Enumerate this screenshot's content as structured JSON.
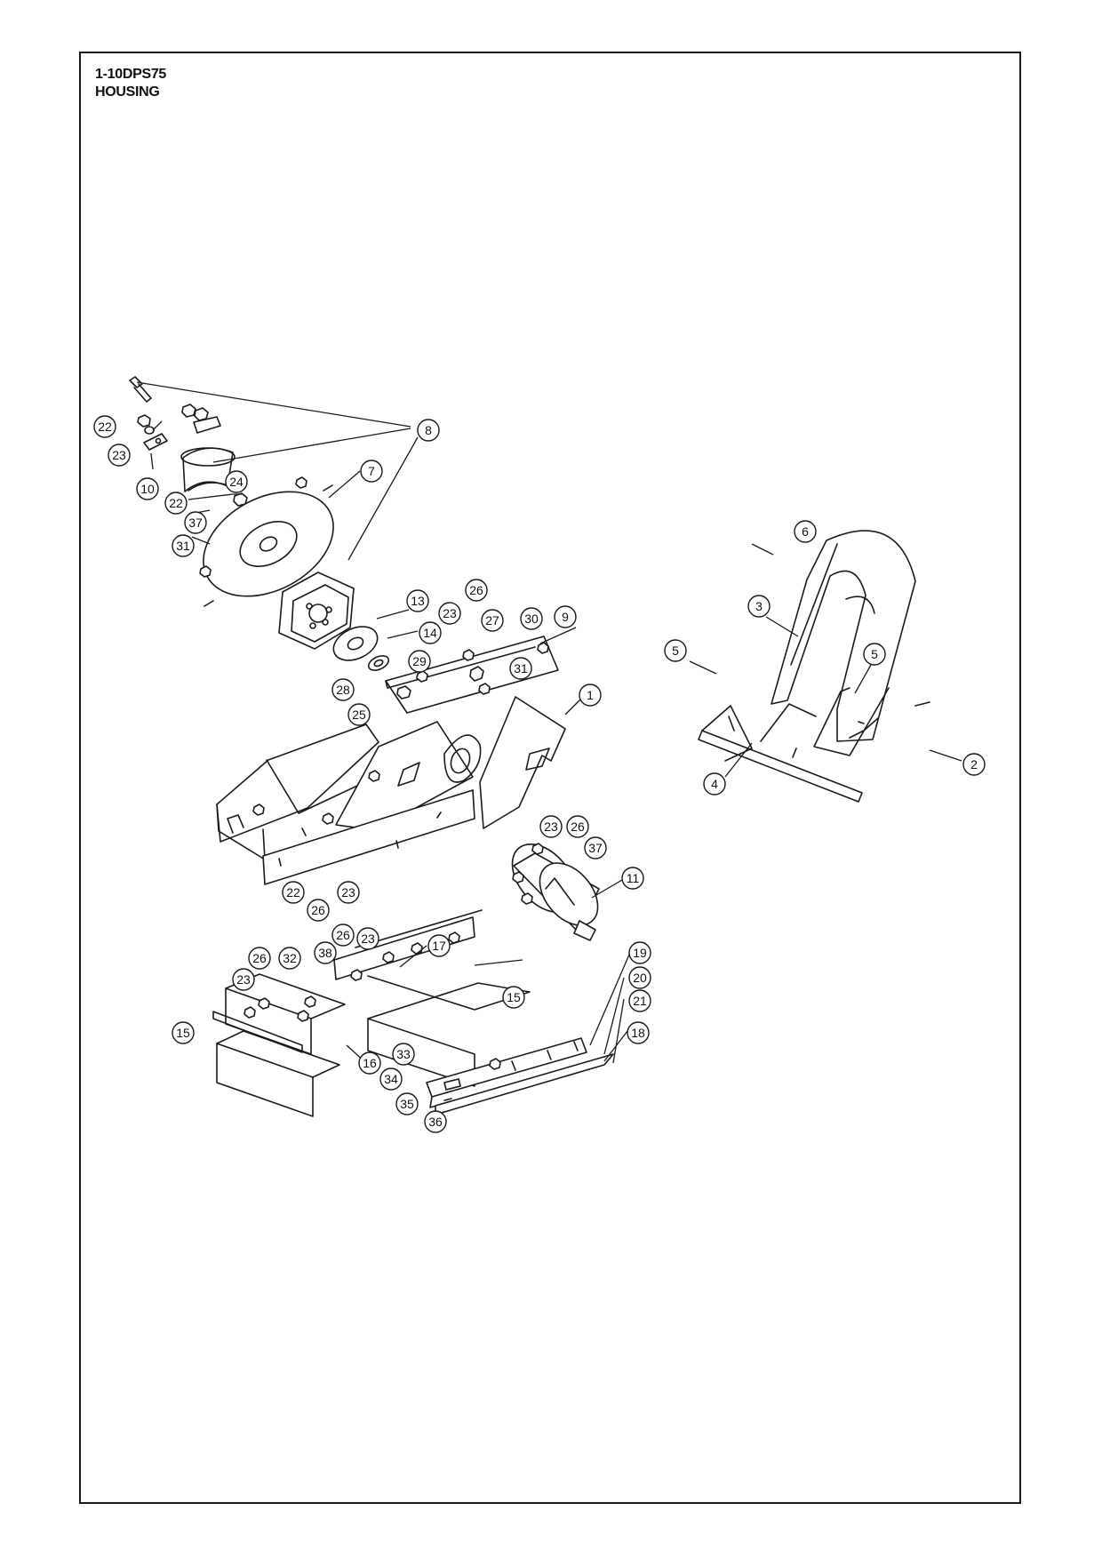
{
  "header": {
    "code": "1-10DPS75",
    "title": "HOUSING"
  },
  "callouts": [
    {
      "id": "c-1",
      "label": "1"
    },
    {
      "id": "c-2",
      "label": "2"
    },
    {
      "id": "c-3",
      "label": "3"
    },
    {
      "id": "c-4",
      "label": "4"
    },
    {
      "id": "c-5a",
      "label": "5"
    },
    {
      "id": "c-5b",
      "label": "5"
    },
    {
      "id": "c-6",
      "label": "6"
    },
    {
      "id": "c-7",
      "label": "7"
    },
    {
      "id": "c-8",
      "label": "8"
    },
    {
      "id": "c-9",
      "label": "9"
    },
    {
      "id": "c-10",
      "label": "10"
    },
    {
      "id": "c-11",
      "label": "11"
    },
    {
      "id": "c-13",
      "label": "13"
    },
    {
      "id": "c-14",
      "label": "14"
    },
    {
      "id": "c-15a",
      "label": "15"
    },
    {
      "id": "c-15b",
      "label": "15"
    },
    {
      "id": "c-16",
      "label": "16"
    },
    {
      "id": "c-17",
      "label": "17"
    },
    {
      "id": "c-18",
      "label": "18"
    },
    {
      "id": "c-19",
      "label": "19"
    },
    {
      "id": "c-20",
      "label": "20"
    },
    {
      "id": "c-21",
      "label": "21"
    },
    {
      "id": "c-22a",
      "label": "22"
    },
    {
      "id": "c-22b",
      "label": "22"
    },
    {
      "id": "c-22c",
      "label": "22"
    },
    {
      "id": "c-23a",
      "label": "23"
    },
    {
      "id": "c-23b",
      "label": "23"
    },
    {
      "id": "c-23c",
      "label": "23"
    },
    {
      "id": "c-23d",
      "label": "23"
    },
    {
      "id": "c-23e",
      "label": "23"
    },
    {
      "id": "c-23f",
      "label": "23"
    },
    {
      "id": "c-24",
      "label": "24"
    },
    {
      "id": "c-25",
      "label": "25"
    },
    {
      "id": "c-26a",
      "label": "26"
    },
    {
      "id": "c-26b",
      "label": "26"
    },
    {
      "id": "c-26c",
      "label": "26"
    },
    {
      "id": "c-26d",
      "label": "26"
    },
    {
      "id": "c-26e",
      "label": "26"
    },
    {
      "id": "c-27",
      "label": "27"
    },
    {
      "id": "c-28",
      "label": "28"
    },
    {
      "id": "c-29",
      "label": "29"
    },
    {
      "id": "c-30",
      "label": "30"
    },
    {
      "id": "c-31a",
      "label": "31"
    },
    {
      "id": "c-31b",
      "label": "31"
    },
    {
      "id": "c-32",
      "label": "32"
    },
    {
      "id": "c-33",
      "label": "33"
    },
    {
      "id": "c-34",
      "label": "34"
    },
    {
      "id": "c-35",
      "label": "35"
    },
    {
      "id": "c-36",
      "label": "36"
    },
    {
      "id": "c-37a",
      "label": "37"
    },
    {
      "id": "c-37b",
      "label": "37"
    },
    {
      "id": "c-38",
      "label": "38"
    }
  ]
}
